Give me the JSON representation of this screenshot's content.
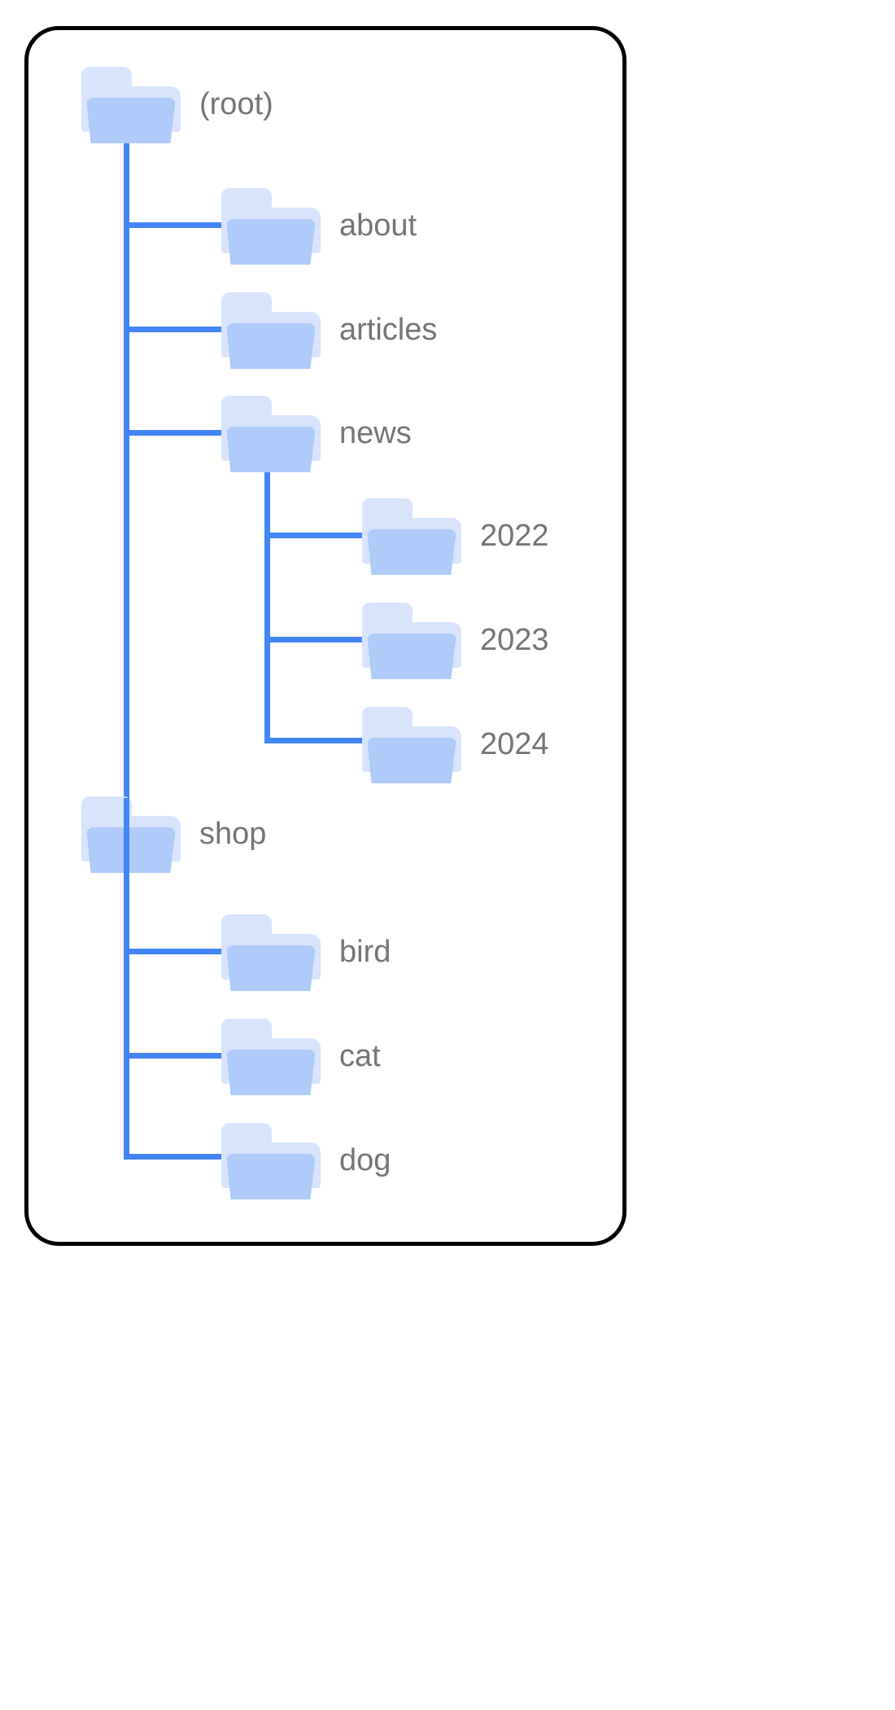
{
  "diagram": {
    "title": "folder-tree",
    "colors": {
      "connector": "#4285F4",
      "folder_front": "#AECBFA",
      "folder_back": "#D7E4FC",
      "label_text": "#757575",
      "card_border": "#000000",
      "background": "#FFFFFF"
    },
    "nodes": [
      {
        "id": "root",
        "label": "(root)",
        "depth": 0,
        "icon": "folder-icon"
      },
      {
        "id": "about",
        "label": "about",
        "depth": 1,
        "icon": "folder-icon"
      },
      {
        "id": "articles",
        "label": "articles",
        "depth": 1,
        "icon": "folder-icon"
      },
      {
        "id": "news",
        "label": "news",
        "depth": 1,
        "icon": "folder-icon"
      },
      {
        "id": "2022",
        "label": "2022",
        "depth": 2,
        "icon": "folder-icon"
      },
      {
        "id": "2023",
        "label": "2023",
        "depth": 2,
        "icon": "folder-icon"
      },
      {
        "id": "2024",
        "label": "2024",
        "depth": 2,
        "icon": "folder-icon"
      },
      {
        "id": "shop",
        "label": "shop",
        "depth": 1,
        "icon": "folder-icon"
      },
      {
        "id": "bird",
        "label": "bird",
        "depth": 2,
        "icon": "folder-icon"
      },
      {
        "id": "cat",
        "label": "cat",
        "depth": 2,
        "icon": "folder-icon"
      },
      {
        "id": "dog",
        "label": "dog",
        "depth": 2,
        "icon": "folder-icon"
      }
    ],
    "edges": [
      {
        "from": "root",
        "to": "about"
      },
      {
        "from": "root",
        "to": "articles"
      },
      {
        "from": "root",
        "to": "news"
      },
      {
        "from": "root",
        "to": "shop"
      },
      {
        "from": "news",
        "to": "2022"
      },
      {
        "from": "news",
        "to": "2023"
      },
      {
        "from": "news",
        "to": "2024"
      },
      {
        "from": "shop",
        "to": "bird"
      },
      {
        "from": "shop",
        "to": "cat"
      },
      {
        "from": "shop",
        "to": "dog"
      }
    ]
  }
}
